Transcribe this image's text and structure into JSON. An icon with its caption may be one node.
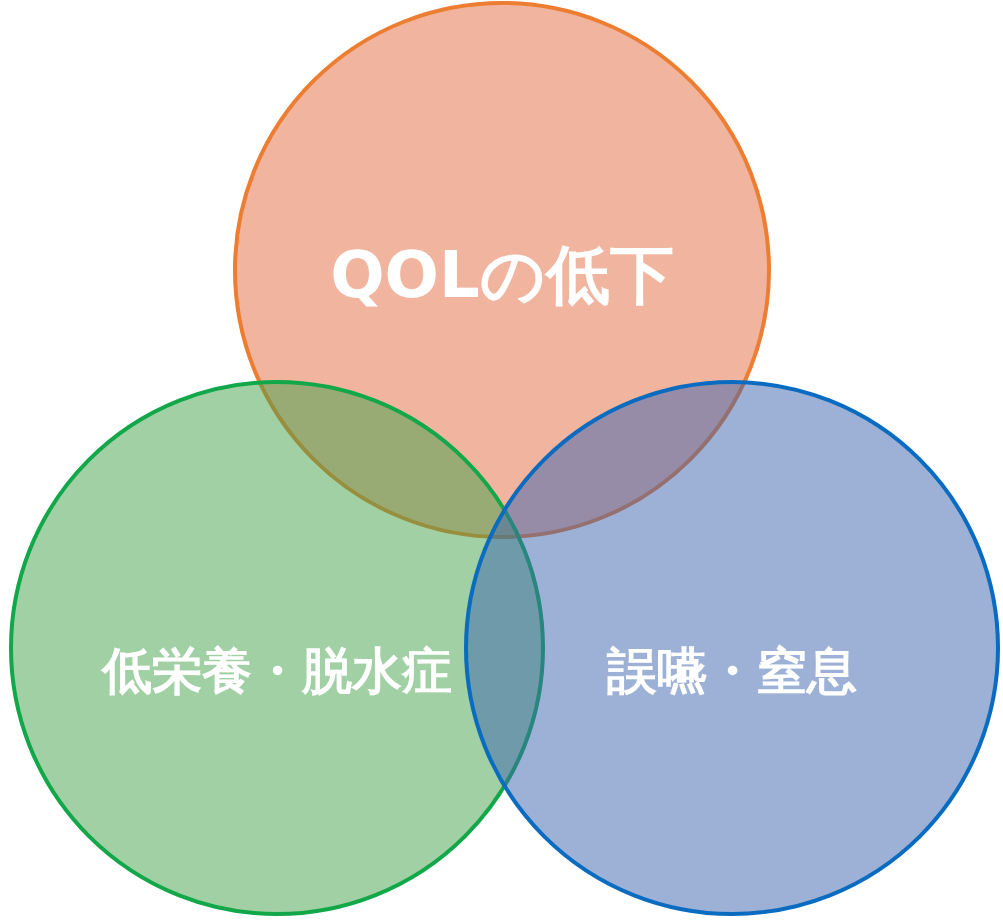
{
  "diagram": {
    "nodes": [
      {
        "text": [
          "QOLの低下"
        ]
      },
      {
        "text": [
          "低栄養・脱水症"
        ]
      },
      {
        "text": [
          "誤嚥・窒息"
        ]
      }
    ]
  }
}
